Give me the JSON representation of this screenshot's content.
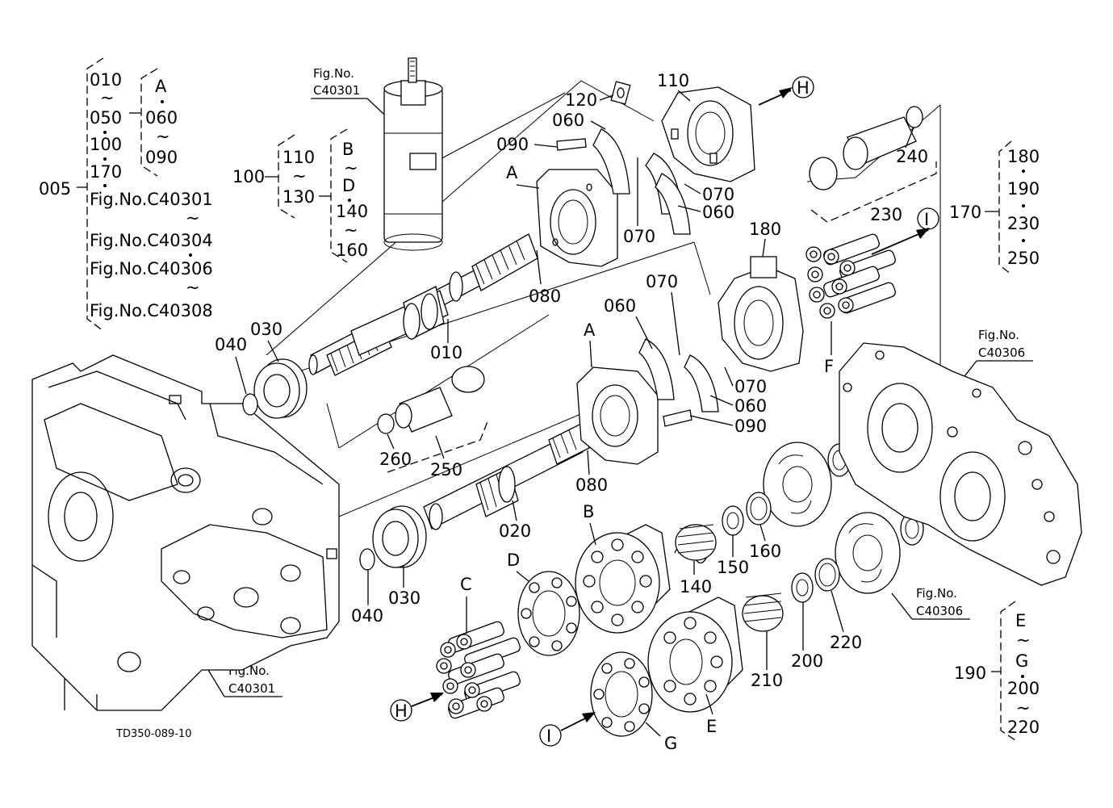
{
  "diagram": {
    "code": "TD350-089-10",
    "group_005": {
      "id": "005",
      "items": [
        "010",
        "050",
        "100",
        "170",
        "Fig.No.C40301",
        "Fig.No.C40304",
        "Fig.No.C40306",
        "Fig.No.C40308"
      ],
      "sub_A": [
        "A",
        "060",
        "090"
      ]
    },
    "group_100": {
      "id": "100",
      "items": [
        "110",
        "130"
      ],
      "sub": [
        "B",
        "D",
        "140",
        "160"
      ]
    },
    "group_170": {
      "id": "170",
      "items": [
        "180",
        "190",
        "230",
        "250"
      ]
    },
    "group_190": {
      "id": "190",
      "items": [
        "E",
        "G",
        "200",
        "220"
      ]
    },
    "fig_ref_label": "Fig.No.",
    "fig_refs": [
      "C40301",
      "C40306",
      "C40306",
      "C40301"
    ],
    "callouts": {
      "c010": "010",
      "c020": "020",
      "c030a": "030",
      "c030b": "030",
      "c040a": "040",
      "c040b": "040",
      "c060a": "060",
      "c060b": "060",
      "c060c": "060",
      "c060d": "060",
      "c070a": "070",
      "c070b": "070",
      "c070c": "070",
      "c070d": "070",
      "c080a": "080",
      "c080b": "080",
      "c090a": "090",
      "c090b": "090",
      "c110": "110",
      "c120": "120",
      "c140": "140",
      "c150": "150",
      "c160": "160",
      "c180": "180",
      "c200": "200",
      "c210": "210",
      "c220": "220",
      "c230": "230",
      "c240": "240",
      "c250": "250",
      "c260": "260",
      "lA1": "A",
      "lA2": "A",
      "lB": "B",
      "lC": "C",
      "lD": "D",
      "lE": "E",
      "lF": "F",
      "lG": "G",
      "lH1": "H",
      "lH2": "H",
      "lI1": "I",
      "lI2": "I"
    }
  }
}
